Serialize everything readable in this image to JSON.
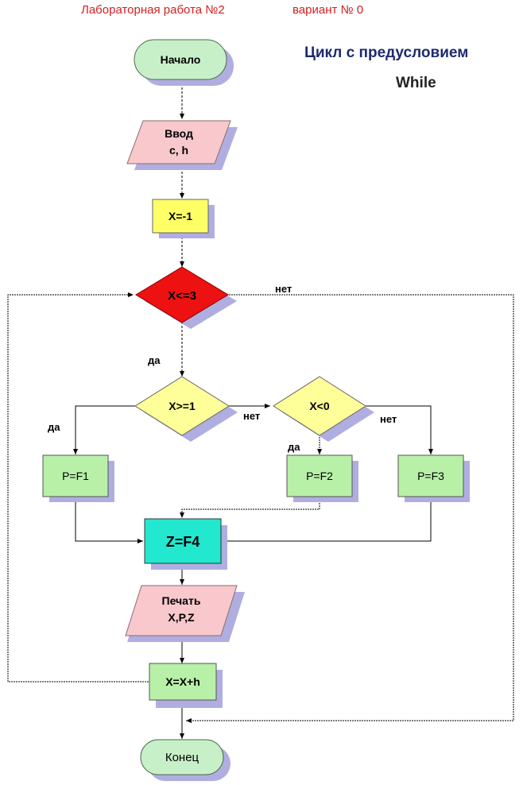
{
  "header": {
    "lab_title": "Лабораторная работа №2",
    "variant": "вариант № 0"
  },
  "title": {
    "line1": "Цикл с предусловием",
    "line2": "While"
  },
  "nodes": {
    "start": "Начало",
    "input_line1": "Ввод",
    "input_line2": "c, h",
    "init": "X=-1",
    "loop_cond": "X<=3",
    "cond_ge1": "X>=1",
    "cond_lt0": "X<0",
    "p_f1": "P=F1",
    "p_f2": "P=F2",
    "p_f3": "P=F3",
    "z_f4": "Z=F4",
    "print_line1": "Печать",
    "print_line2": "X,P,Z",
    "increment": "X=X+h",
    "end": "Конец"
  },
  "edge_labels": {
    "loop_no": "нет",
    "loop_yes": "да",
    "ge1_yes": "да",
    "ge1_no": "нет",
    "lt0_yes": "да",
    "lt0_no": "нет"
  },
  "colors": {
    "terminal": "#c8f0c8",
    "io": "#f8c8cc",
    "init": "#ffff66",
    "loop_cond": "#ee1111",
    "cond": "#ffff99",
    "process": "#b8f0a8",
    "z_block": "#22e8d0",
    "shadow": "#b0aee0",
    "header": "#d42020",
    "title": "#1c2a6e"
  }
}
